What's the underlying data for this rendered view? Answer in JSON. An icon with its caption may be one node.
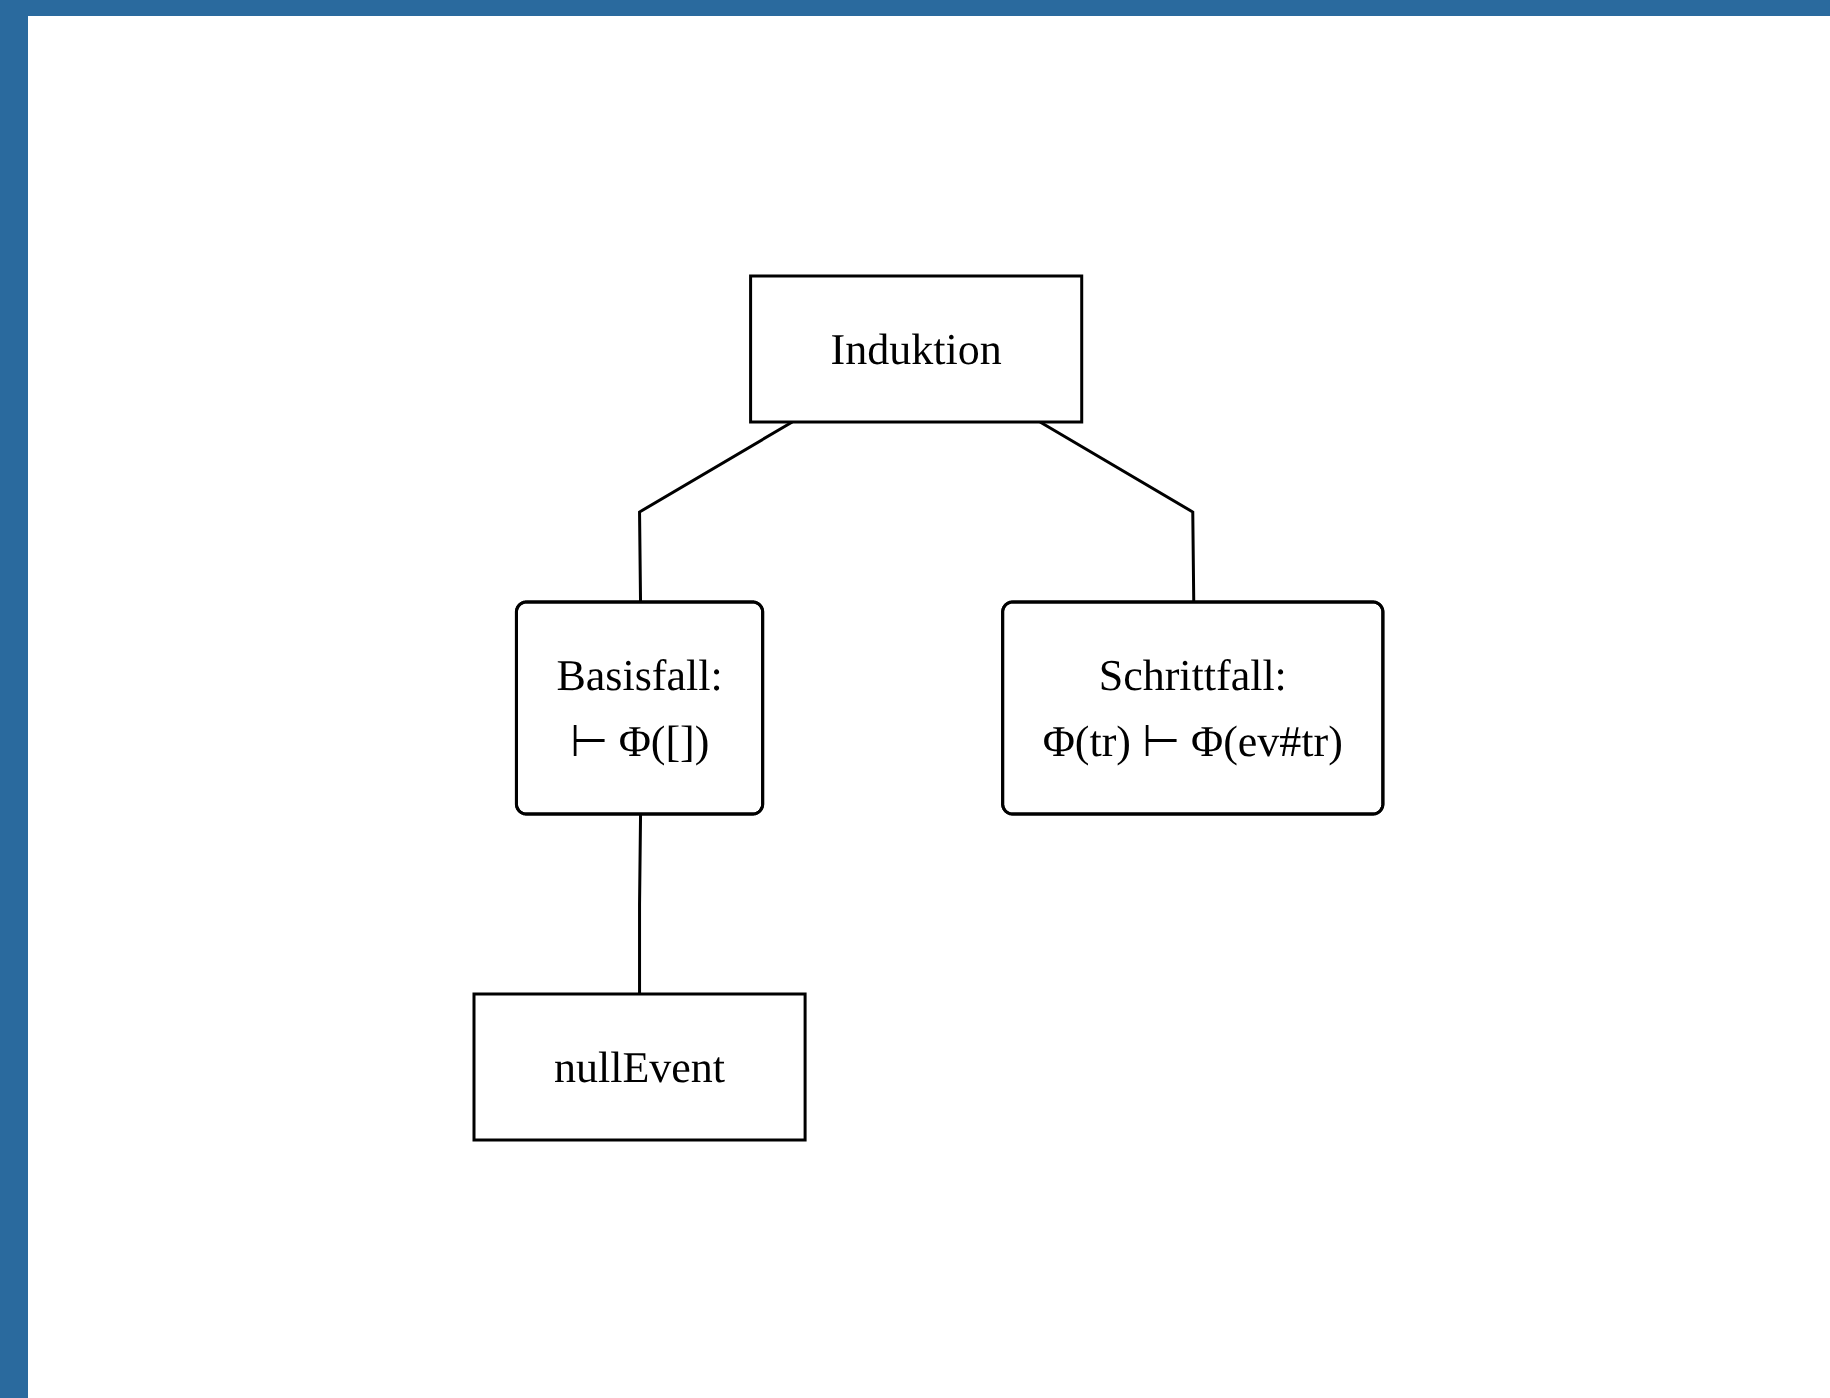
{
  "diagram": {
    "nodes": [
      {
        "text": [
          "Induktion"
        ]
      },
      {
        "text": [
          "Basisfall:",
          "⊢ Φ([])"
        ]
      },
      {
        "text": [
          "Schrittfall:",
          "Φ(tr) ⊢ Φ(ev#tr)"
        ]
      },
      {
        "text": [
          "nullEvent"
        ]
      }
    ],
    "edges": [
      {
        "from": 0,
        "to": 1,
        "arrow": "none"
      },
      {
        "from": 0,
        "to": 2,
        "arrow": "none"
      },
      {
        "from": 1,
        "to": 3,
        "arrow": "none"
      }
    ]
  }
}
